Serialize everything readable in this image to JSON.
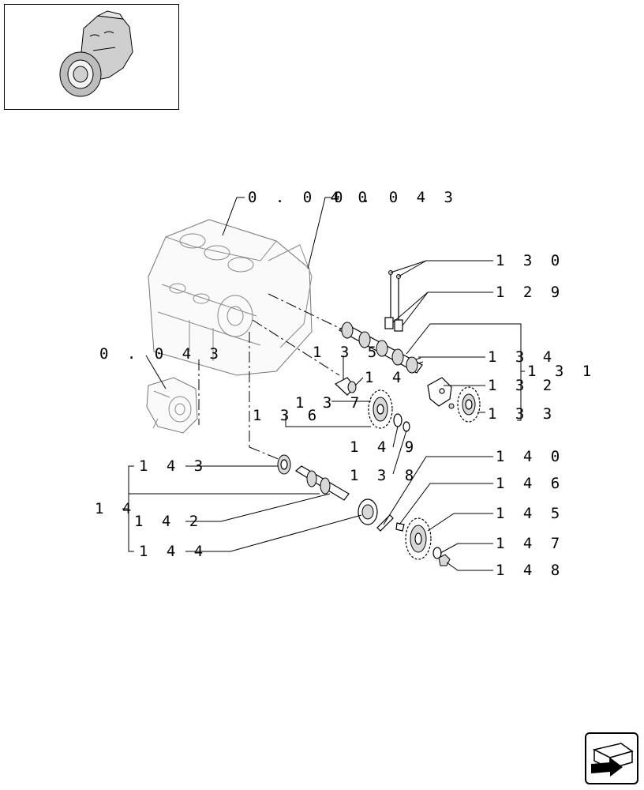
{
  "callouts": {
    "ref_0040": "0 . 0 4 0",
    "ref_0043_top": "0 . 0 4 3",
    "ref_0043_left": "0 . 0 4 3",
    "p130": "1 3 0",
    "p129": "1 2 9",
    "p134": "1 3 4",
    "p131": "1 3 1",
    "p135": "1 3 5",
    "p14a": "1 4",
    "p132": "1 3 2",
    "p137": "1 3 7",
    "p136": "1 3 6",
    "p133": "1 3 3",
    "p149": "1 4 9",
    "p138": "1 3 8",
    "p140": "1 4 0",
    "p143": "1 4 3",
    "p146": "1 4 6",
    "p14b": "1 4",
    "p145": "1 4 5",
    "p142": "1 4 2",
    "p147": "1 4 7",
    "p144": "1 4 4",
    "p148": "1 4 8"
  },
  "icons": {
    "thumbnail": "engine-thumbnail-icon",
    "navigation": "next-page-arrow-icon"
  },
  "colors": {
    "line": "#000000",
    "shade": "#d8d8d8",
    "ghost": "#777777"
  }
}
